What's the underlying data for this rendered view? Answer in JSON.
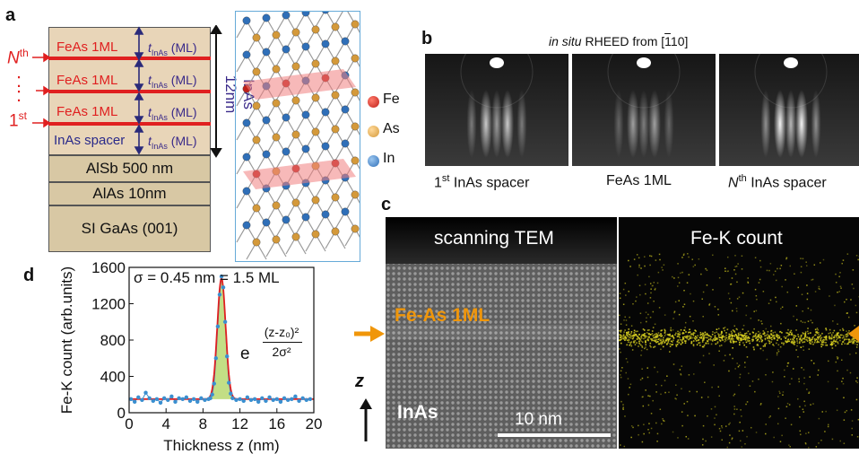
{
  "panel_labels": {
    "a": "a",
    "b": "b",
    "c": "c",
    "d": "d"
  },
  "panel_a": {
    "markers": {
      "nth": "N",
      "nth_sup": "th",
      "dots": ":",
      "first": "1",
      "first_sup": "st"
    },
    "fe_layers": [
      "FeAs 1ML",
      "FeAs 1ML",
      "FeAs 1ML"
    ],
    "spacer_label": "InAs spacer",
    "t_symbol": "t",
    "t_sub": "InAs",
    "t_unit": " (ML)",
    "inas_total": "InAs 12nm",
    "substrate": [
      "AlSb 500 nm",
      "AlAs 10nm",
      "SI GaAs (001)"
    ],
    "legend": [
      {
        "label": "Fe",
        "color": "#c0201a"
      },
      {
        "label": "As",
        "color": "#d4993a"
      },
      {
        "label": "In",
        "color": "#2f6fb8"
      }
    ]
  },
  "panel_b": {
    "title_italic": "in situ",
    "title_rest": " RHEED from [",
    "title_bar": "1",
    "title_end": "10]",
    "captions": [
      {
        "pre": "1",
        "sup": "st",
        "post": " InAs spacer"
      },
      {
        "pre": "",
        "sup": "",
        "post": "FeAs 1ML"
      },
      {
        "pre": "N",
        "sup": "th",
        "post": " InAs spacer"
      }
    ]
  },
  "panel_c": {
    "left_title": "scanning TEM",
    "right_title": "Fe-K count",
    "feas_label": "Fe-As 1ML",
    "inas_label": "InAs",
    "z_label": "z",
    "scale_bar": "10 nm",
    "colors": {
      "arrow": "#f0960a",
      "counts": "#d8d020"
    }
  },
  "panel_d": {
    "sigma_text": "σ = 0.45 nm = 1.5 ML",
    "formula_e": "e",
    "formula_num": "(z-z₀)²",
    "formula_den": "2σ²",
    "colors": {
      "data": "#3a8fd0",
      "fit": "#e02020",
      "fill": "#b8d870"
    }
  },
  "chart_data": {
    "type": "scatter",
    "xlabel": "Thickness z (nm)",
    "ylabel": "Fe-K count (arb.units)",
    "xlim": [
      0,
      20
    ],
    "ylim": [
      0,
      1600
    ],
    "xticks": [
      0,
      4,
      8,
      12,
      16,
      20
    ],
    "yticks": [
      0,
      400,
      800,
      1200,
      1600
    ],
    "fit": {
      "type": "gaussian",
      "z0": 10.0,
      "sigma": 0.45,
      "baseline": 150,
      "amplitude": 1330
    },
    "series": [
      {
        "values": [
          [
            0.2,
            150
          ],
          [
            0.6,
            120
          ],
          [
            1.0,
            170
          ],
          [
            1.4,
            140
          ],
          [
            1.8,
            220
          ],
          [
            2.2,
            160
          ],
          [
            2.6,
            130
          ],
          [
            3.0,
            150
          ],
          [
            3.4,
            110
          ],
          [
            3.8,
            160
          ],
          [
            4.2,
            140
          ],
          [
            4.6,
            180
          ],
          [
            5.0,
            120
          ],
          [
            5.4,
            160
          ],
          [
            5.8,
            150
          ],
          [
            6.2,
            170
          ],
          [
            6.6,
            130
          ],
          [
            7.0,
            150
          ],
          [
            7.4,
            120
          ],
          [
            7.8,
            160
          ],
          [
            8.2,
            140
          ],
          [
            8.6,
            150
          ],
          [
            8.8,
            160
          ],
          [
            9.0,
            200
          ],
          [
            9.2,
            320
          ],
          [
            9.4,
            600
          ],
          [
            9.6,
            950
          ],
          [
            9.8,
            1300
          ],
          [
            10.0,
            1500
          ],
          [
            10.2,
            1380
          ],
          [
            10.4,
            1000
          ],
          [
            10.6,
            620
          ],
          [
            10.8,
            330
          ],
          [
            11.0,
            210
          ],
          [
            11.2,
            160
          ],
          [
            11.6,
            140
          ],
          [
            12.0,
            150
          ],
          [
            12.4,
            130
          ],
          [
            12.8,
            170
          ],
          [
            13.2,
            140
          ],
          [
            13.6,
            150
          ],
          [
            14.0,
            120
          ],
          [
            14.4,
            160
          ],
          [
            14.8,
            130
          ],
          [
            15.2,
            170
          ],
          [
            15.6,
            140
          ],
          [
            16.0,
            150
          ],
          [
            16.4,
            120
          ],
          [
            16.8,
            160
          ],
          [
            17.2,
            140
          ],
          [
            17.6,
            150
          ],
          [
            18.0,
            180
          ],
          [
            18.4,
            130
          ],
          [
            18.8,
            160
          ],
          [
            19.2,
            140
          ],
          [
            19.6,
            150
          ]
        ]
      }
    ]
  }
}
